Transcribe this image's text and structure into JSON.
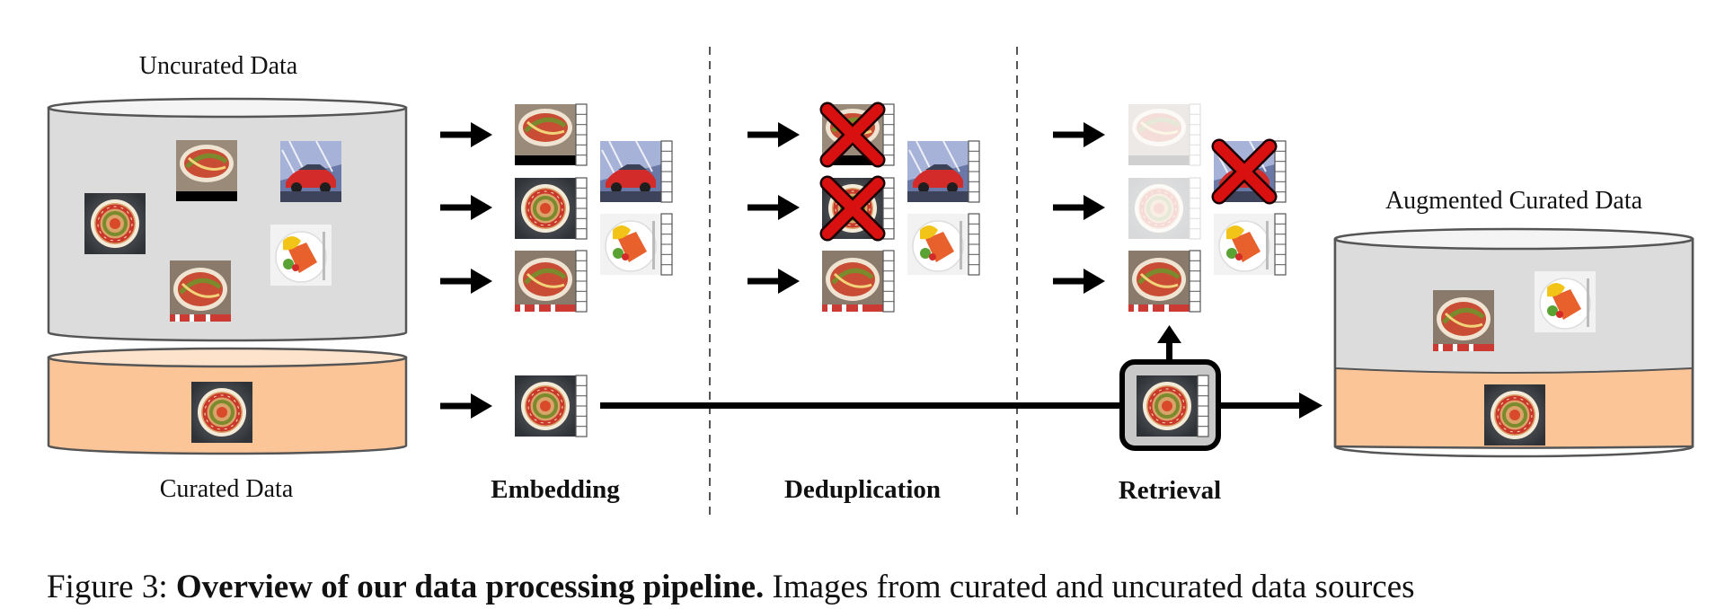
{
  "labels": {
    "uncurated": "Uncurated Data",
    "curated": "Curated Data",
    "augmented": "Augmented Curated Data",
    "embedding": "Embedding",
    "deduplication": "Deduplication",
    "retrieval": "Retrieval"
  },
  "caption": {
    "prefix": "Figure 3: ",
    "title": "Overview of our data processing pipeline.",
    "text": " Images from curated and uncurated data sources"
  },
  "colors": {
    "uncurated_fill": "#dcdcdc",
    "curated_fill": "#fcc598",
    "cross": "#d81010",
    "arrow": "#000000"
  },
  "icons": {
    "food_image": "ratatouille-image-icon",
    "car_image": "car-image-icon",
    "plate_image": "plate-image-icon",
    "embedding": "embedding-vector-icon",
    "removed": "red-cross-icon"
  }
}
